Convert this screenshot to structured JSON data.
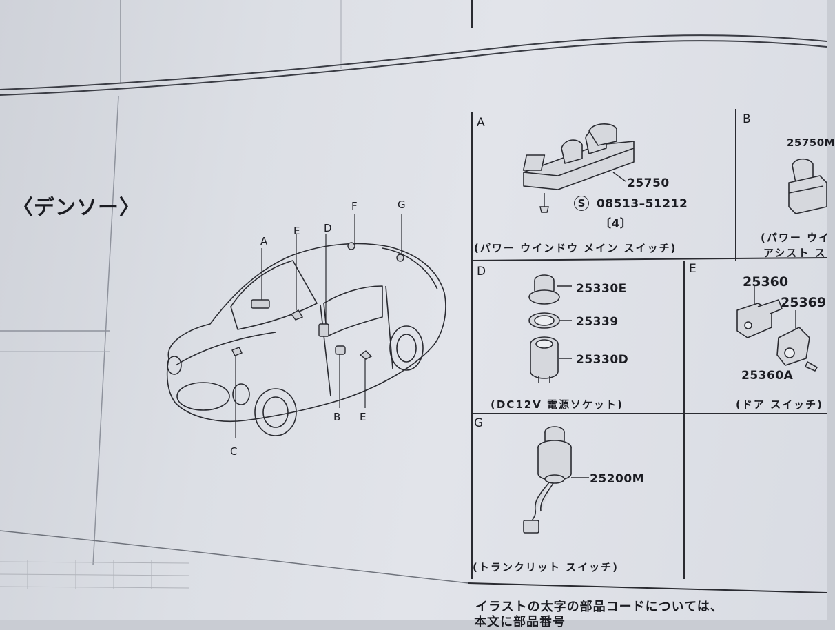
{
  "section_title": "〈デンソー〉",
  "car_markers": [
    "A",
    "E",
    "D",
    "F",
    "G",
    "C",
    "B",
    "E"
  ],
  "panels": {
    "A": {
      "letter": "A",
      "parts": [
        "25750",
        "08513–51212",
        "〔4〕"
      ],
      "screw_mark": "S",
      "caption": "(パワー ウインドウ メイン スイッチ)"
    },
    "B": {
      "letter": "B",
      "parts": [
        "25750M"
      ],
      "caption_line1": "(パワー ウイ",
      "caption_line2": "アシスト ス"
    },
    "D": {
      "letter": "D",
      "parts": [
        "25330E",
        "25339",
        "25330D"
      ],
      "caption": "(DC12V 電源ソケット)"
    },
    "E": {
      "letter": "E",
      "parts": [
        "25360",
        "25369",
        "25360A"
      ],
      "caption": "(ドア スイッチ)"
    },
    "G": {
      "letter": "G",
      "parts": [
        "25200M"
      ],
      "caption": "(トランクリット スイッチ)"
    }
  },
  "footer": {
    "line1": "イラストの太字の部品コードについては、",
    "line2": "本文に部品番号"
  }
}
